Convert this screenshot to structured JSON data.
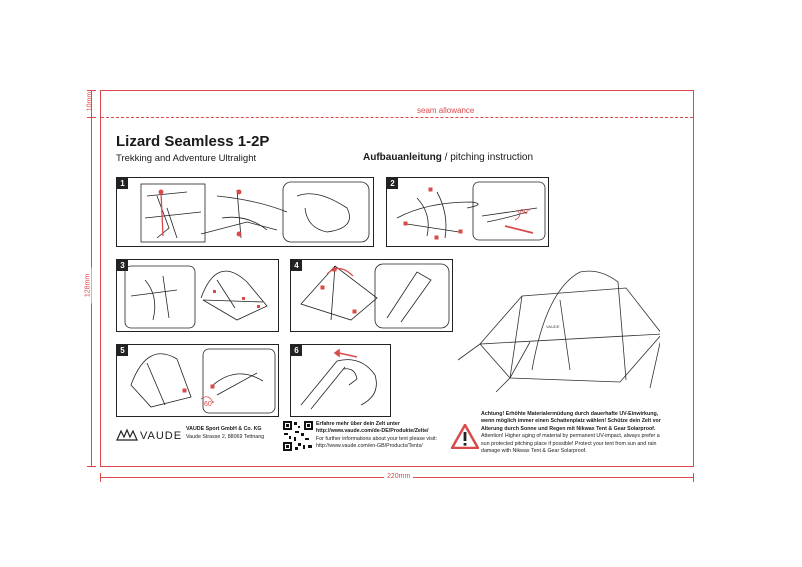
{
  "dimensions": {
    "height_label": "10mm",
    "side_label": "128mm",
    "width_label": "220mm"
  },
  "seam_label": "seam allowance",
  "product": {
    "title": "Lizard Seamless 1-2P",
    "subtitle": "Trekking and Adventure Ultralight"
  },
  "instruction_heading": {
    "bold": "Aufbauanleitung",
    "rest": " / pitching instruction"
  },
  "steps": [
    "1",
    "2",
    "3",
    "4",
    "5",
    "6"
  ],
  "angles": {
    "step2": "60°",
    "step5": "60°"
  },
  "brand": {
    "logo_text": "VAUDE",
    "company": "VAUDE Sport GmbH & Co. KG",
    "address": "Vaude Strasse 2, 88069 Tettnang"
  },
  "info": {
    "line1": "Erfahre mehr über dein Zelt unter",
    "line2": "http://www.vaude.com/de-DE/Produkte/Zelte/",
    "line3": "For further informations about your tent please visit:",
    "line4": "http://www.vaude.com/en-GB/Products/Tents/"
  },
  "warning": {
    "line1": "Achtung! Erhöhte Materialermüdung durch dauerhafte UV-Einwirkung,",
    "line2": "wenn möglich immer einen Schattenplatz wählen! Schütze dein Zelt vor",
    "line3": "Alterung durch Sonne und Regen mit Nikwax Tent & Gear Solarproof.",
    "line4": "Attention! Higher aging of material by permanent UV-impact, always prefer a",
    "line5": "sun protected pitching place if possible! Protect your tent from sun and rain",
    "line6": "damage with Nikwax Tent & Gear Solarproof."
  },
  "colors": {
    "accent_red": "#d94a4a",
    "ink": "#222222"
  }
}
